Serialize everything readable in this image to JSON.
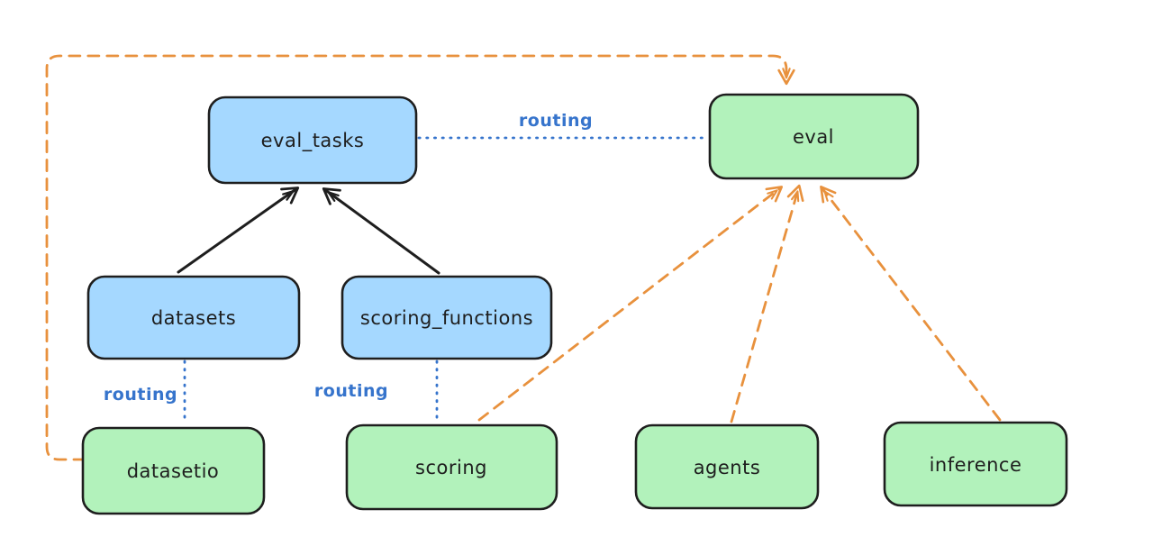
{
  "diagram": {
    "colors": {
      "background": "#ffffff",
      "node_stroke": "#1e1e1e",
      "blue_fill": "#a5d8ff",
      "green_fill": "#b2f2bb",
      "routing_blue": "#3674cc",
      "orange": "#e8913d",
      "black": "#1e1e1e"
    },
    "nodes": {
      "eval_tasks": {
        "label": "eval_tasks",
        "color": "blue"
      },
      "eval": {
        "label": "eval",
        "color": "green"
      },
      "datasets": {
        "label": "datasets",
        "color": "blue"
      },
      "scoring_functions": {
        "label": "scoring_functions",
        "color": "blue"
      },
      "datasetio": {
        "label": "datasetio",
        "color": "green"
      },
      "scoring": {
        "label": "scoring",
        "color": "green"
      },
      "agents": {
        "label": "agents",
        "color": "green"
      },
      "inference": {
        "label": "inference",
        "color": "green"
      }
    },
    "edges": {
      "eval_tasks_to_eval": {
        "label": "routing",
        "style": "dotted-blue"
      },
      "datasets_to_datasetio": {
        "label": "routing",
        "style": "dotted-blue"
      },
      "scoring_functions_to_scoring": {
        "label": "routing",
        "style": "dotted-blue"
      },
      "datasets_to_eval_tasks": {
        "style": "solid-black-arrow"
      },
      "scoring_functions_to_eval_tasks": {
        "style": "solid-black-arrow"
      },
      "scoring_to_eval": {
        "style": "dashed-orange-arrow"
      },
      "agents_to_eval": {
        "style": "dashed-orange-arrow"
      },
      "inference_to_eval": {
        "style": "dashed-orange-arrow"
      },
      "datasetio_to_eval": {
        "style": "dashed-orange-arrow"
      }
    }
  }
}
